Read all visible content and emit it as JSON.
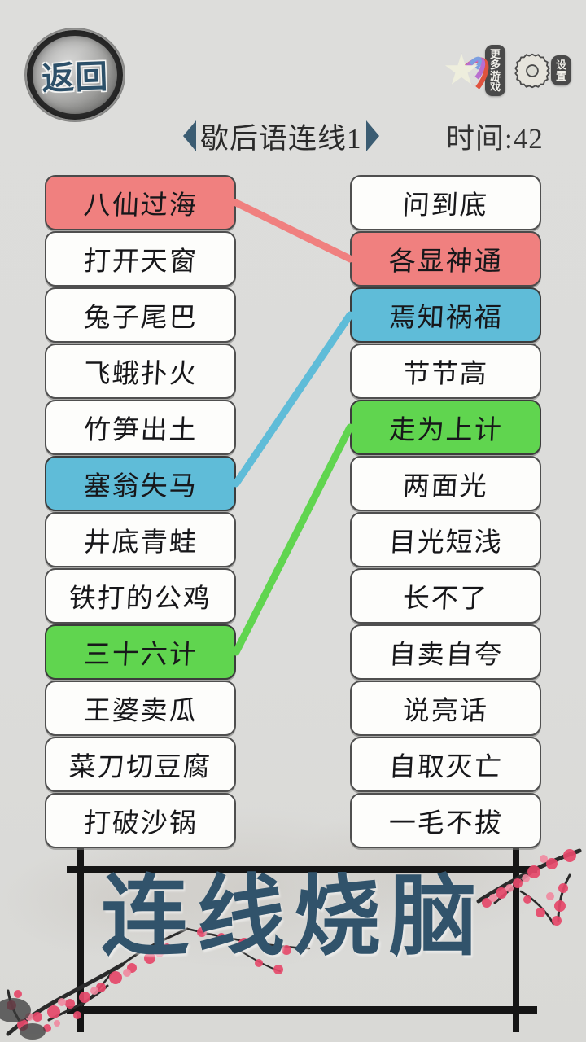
{
  "app": {
    "game_title": "连线烧脑",
    "background_color": "#dcdcda"
  },
  "header": {
    "back_button": {
      "label": "返回",
      "icon": "back-ink-circle-icon"
    },
    "more_games_button": {
      "label": "更多游戏",
      "icon": "star-rainbow-icon"
    },
    "settings_button": {
      "label": "设置",
      "icon": "gear-icon"
    }
  },
  "title_bar": {
    "level_title": "歇后语连线1",
    "left_chevron": "chevron-left-icon",
    "right_chevron": "chevron-right-icon",
    "timer_label": "时间:42",
    "timer_value": 42,
    "timer_prefix": "时间:"
  },
  "colors": {
    "red": "#f0807f",
    "blue": "#5fbcd8",
    "green": "#60d54f",
    "card_default": "#fdfdfb",
    "card_border": "#4f4f4f",
    "title_accent": "#3b5c72",
    "banner_text": "#31536b"
  },
  "left_column": [
    {
      "text": "八仙过海",
      "state": "red"
    },
    {
      "text": "打开天窗",
      "state": "none"
    },
    {
      "text": "兔子尾巴",
      "state": "none"
    },
    {
      "text": "飞蛾扑火",
      "state": "none"
    },
    {
      "text": "竹笋出土",
      "state": "none"
    },
    {
      "text": "塞翁失马",
      "state": "blue"
    },
    {
      "text": "井底青蛙",
      "state": "none"
    },
    {
      "text": "铁打的公鸡",
      "state": "none"
    },
    {
      "text": "三十六计",
      "state": "green"
    },
    {
      "text": "王婆卖瓜",
      "state": "none"
    },
    {
      "text": "菜刀切豆腐",
      "state": "none"
    },
    {
      "text": "打破沙锅",
      "state": "none"
    }
  ],
  "right_column": [
    {
      "text": "问到底",
      "state": "none"
    },
    {
      "text": "各显神通",
      "state": "red"
    },
    {
      "text": "焉知祸福",
      "state": "blue"
    },
    {
      "text": "节节高",
      "state": "none"
    },
    {
      "text": "走为上计",
      "state": "green"
    },
    {
      "text": "两面光",
      "state": "none"
    },
    {
      "text": "目光短浅",
      "state": "none"
    },
    {
      "text": "长不了",
      "state": "none"
    },
    {
      "text": "自卖自夸",
      "state": "none"
    },
    {
      "text": "说亮话",
      "state": "none"
    },
    {
      "text": "自取灭亡",
      "state": "none"
    },
    {
      "text": "一毛不拔",
      "state": "none"
    }
  ],
  "connections": [
    {
      "left_index": 0,
      "right_index": 1,
      "color": "#f0807f"
    },
    {
      "left_index": 5,
      "right_index": 2,
      "color": "#5fbcd8"
    },
    {
      "left_index": 8,
      "right_index": 4,
      "color": "#60d54f"
    }
  ],
  "banner": {
    "text": "连线烧脑"
  }
}
